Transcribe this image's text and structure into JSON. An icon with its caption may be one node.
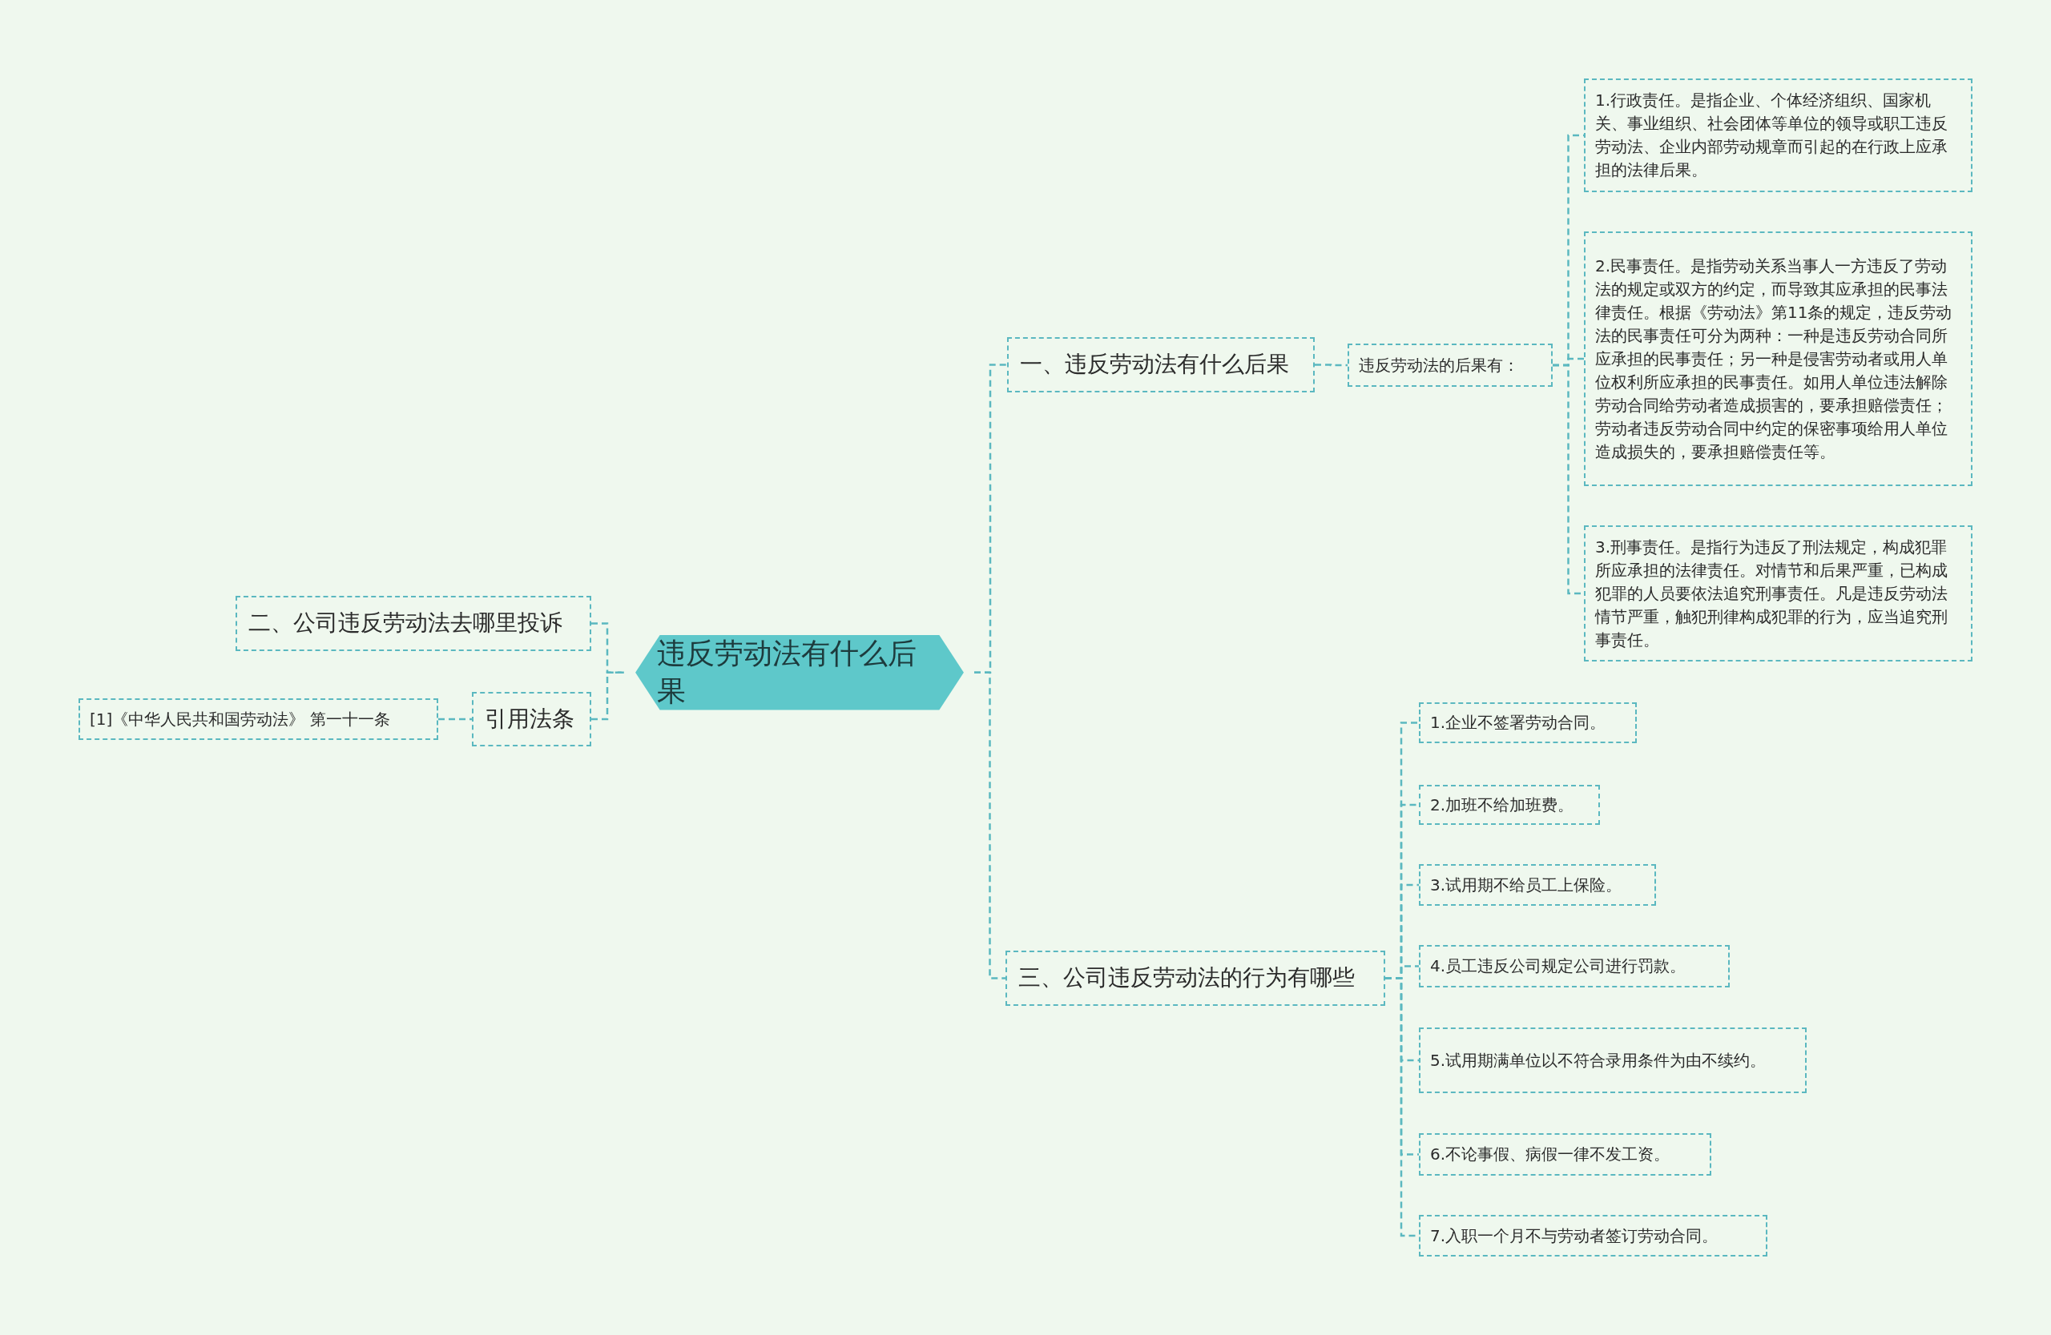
{
  "diagram": {
    "nodes": [
      {
        "text": [
          "违反劳动法有什么后果"
        ]
      },
      {
        "text": [
          "一、违反劳动法有什么后果"
        ]
      },
      {
        "text": [
          "违反劳动法的后果有："
        ]
      },
      {
        "text": [
          "1.行政责任。是指企业、个体经济组织、国家机关、事业组织、社会团体等单位的领导或职工违反劳动法、企业内部劳动规章而引起的在行政上应承担的法律后果。"
        ]
      },
      {
        "text": [
          "2.民事责任。是指劳动关系当事人一方违反了劳动法的规定或双方的约定，而导致其应承担的民事法律责任。根据《劳动法》第11条的规定，违反劳动法的民事责任可分为两种：一种是违反劳动合同所应承担的民事责任；另一种是侵害劳动者或用人单位权利所应承担的民事责任。如用人单位违法解除劳动合同给劳动者造成损害的，要承担赔偿责任；劳动者违反劳动合同中约定的保密事项给用人单位造成损失的，要承担赔偿责任等。"
        ]
      },
      {
        "text": [
          "3.刑事责任。是指行为违反了刑法规定，构成犯罪所应承担的法律责任。对情节和后果严重，已构成犯罪的人员要依法追究刑事责任。凡是违反劳动法情节严重，触犯刑律构成犯罪的行为，应当追究刑事责任。"
        ]
      },
      {
        "text": [
          "二、公司违反劳动法去哪里投诉"
        ]
      },
      {
        "text": [
          "引用法条"
        ]
      },
      {
        "text": [
          "[1]《中华人民共和国劳动法》 第一十一条"
        ]
      },
      {
        "text": [
          "三、公司违反劳动法的行为有哪些"
        ]
      },
      {
        "text": [
          "1.企业不签署劳动合同。"
        ]
      },
      {
        "text": [
          "2.加班不给加班费。"
        ]
      },
      {
        "text": [
          "3.试用期不给员工上保险。"
        ]
      },
      {
        "text": [
          "4.员工违反公司规定公司进行罚款。"
        ]
      },
      {
        "text": [
          "5.试用期满单位以不符合录用条件为由不续约。"
        ]
      },
      {
        "text": [
          "6.不论事假、病假一律不发工资。"
        ]
      },
      {
        "text": [
          "7.入职一个月不与劳动者签订劳动合同。"
        ]
      }
    ],
    "edges": [
      {
        "from": 0,
        "to": 1,
        "arrow": "none",
        "style": "dashed"
      },
      {
        "from": 1,
        "to": 2,
        "arrow": "none",
        "style": "dashed"
      },
      {
        "from": 2,
        "to": 3,
        "arrow": "none",
        "style": "dashed"
      },
      {
        "from": 2,
        "to": 4,
        "arrow": "none",
        "style": "dashed"
      },
      {
        "from": 2,
        "to": 5,
        "arrow": "none",
        "style": "dashed"
      },
      {
        "from": 6,
        "to": 0,
        "arrow": "none",
        "style": "dashed"
      },
      {
        "from": 7,
        "to": 0,
        "arrow": "none",
        "style": "dashed"
      },
      {
        "from": 8,
        "to": 7,
        "arrow": "none",
        "style": "dashed"
      },
      {
        "from": 0,
        "to": 9,
        "arrow": "none",
        "style": "dashed"
      },
      {
        "from": 9,
        "to": 10,
        "arrow": "none",
        "style": "dashed"
      },
      {
        "from": 9,
        "to": 11,
        "arrow": "none",
        "style": "dashed"
      },
      {
        "from": 9,
        "to": 12,
        "arrow": "none",
        "style": "dashed"
      },
      {
        "from": 9,
        "to": 13,
        "arrow": "none",
        "style": "dashed"
      },
      {
        "from": 9,
        "to": 14,
        "arrow": "none",
        "style": "dashed"
      },
      {
        "from": 9,
        "to": 15,
        "arrow": "none",
        "style": "dashed"
      },
      {
        "from": 9,
        "to": 16,
        "arrow": "none",
        "style": "dashed"
      }
    ]
  }
}
